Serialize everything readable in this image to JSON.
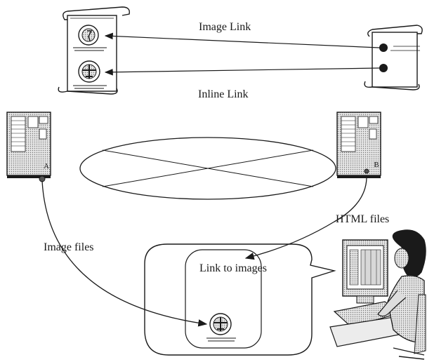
{
  "labels": {
    "image_link": "Image Link",
    "inline_link": "Inline Link",
    "image_files": "Image files",
    "html_files": "HTML files",
    "link_to_images": "Link to images"
  },
  "servers": {
    "left_letter": "A",
    "right_letter": "B"
  },
  "colors": {
    "ink": "#1a1a1a",
    "paper": "#ffffff",
    "server_fill": "#d4d4d4"
  }
}
